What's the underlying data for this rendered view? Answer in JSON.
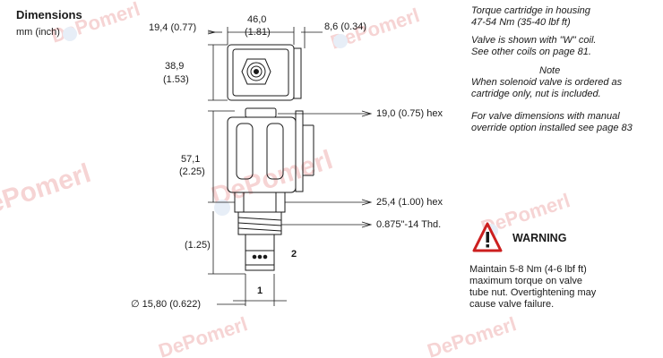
{
  "header": {
    "title": "Dimensions",
    "units": "mm (inch)"
  },
  "dimensions": {
    "width_top": "46,0",
    "width_top_in": "(1.81)",
    "offset_left": "19,4 (0.77)",
    "offset_right": "8,6 (0.34)",
    "height_top": "38,9",
    "height_top_in": "(1.53)",
    "hex_nut": "19,0 (0.75) hex",
    "coil_height": "57,1",
    "coil_height_in": "(2.25)",
    "body_hex": "25,4 (1.00) hex",
    "thread": "0.875\"-14 Thd.",
    "lower_height": "(1.25)",
    "diameter": "∅ 15,80 (0.622)",
    "port_1": "1",
    "port_2": "2"
  },
  "notes": {
    "torque_line1": "Torque cartridge in housing",
    "torque_line2": "47-54 Nm (35-40 lbf ft)",
    "coil_line1": "Valve is shown with \"W\" coil.",
    "coil_line2": "See other coils on page 81.",
    "note_heading": "Note",
    "cartridge_line1": "When solenoid valve is ordered as",
    "cartridge_line2": "cartridge only, nut is included.",
    "override_line1": "For valve dimensions with manual",
    "override_line2": "override option installed see page 83"
  },
  "warning": {
    "title": "WARNING",
    "line1": "Maintain 5-8 Nm (4-6 lbf ft)",
    "line2": "maximum torque on valve",
    "line3": "tube nut. Overtightening may",
    "line4": "cause valve failure."
  },
  "watermark": {
    "text": "DePomerl"
  },
  "colors": {
    "line": "#1a1a1a",
    "warning_red": "#cc1f1f",
    "watermark": "#f2c2c2"
  }
}
